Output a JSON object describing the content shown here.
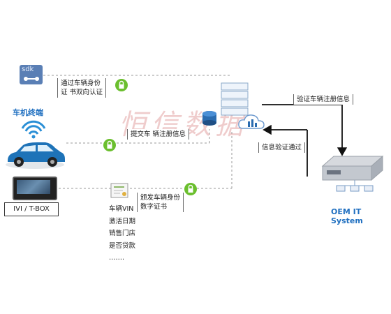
{
  "terminal": {
    "sdk_label": "sdk",
    "title": "车机终端",
    "ivi_label": "IVI / T-BOX"
  },
  "labels": {
    "step1_line1": "通过车辆身份",
    "step1_line2": "证 书双向认证",
    "step2": "提交车 辆注册信息",
    "step3_line1": "颁发车辆身份",
    "step3_line2": "数字证书",
    "verify_reg": "验证车辆注册信息",
    "verify_pass": "信息验证通过"
  },
  "cert_fields": [
    "车辆VIN",
    "激活日期",
    "销售门店",
    "是否贷款",
    "……."
  ],
  "oem": {
    "label": "OEM IT System"
  },
  "watermark": "恒信数据",
  "icons": [
    "sdk-wrench-icon",
    "wifi-icon",
    "car-icon",
    "screen-icon",
    "lock-icon",
    "certificate-icon",
    "server-icon",
    "cloud-icon",
    "database-icon",
    "rack-server-icon"
  ],
  "colors": {
    "lock_green": "#6bbf2e",
    "title_blue": "#1f6fc0",
    "line_gray": "#8a8a8a",
    "arrow_black": "#111111"
  }
}
